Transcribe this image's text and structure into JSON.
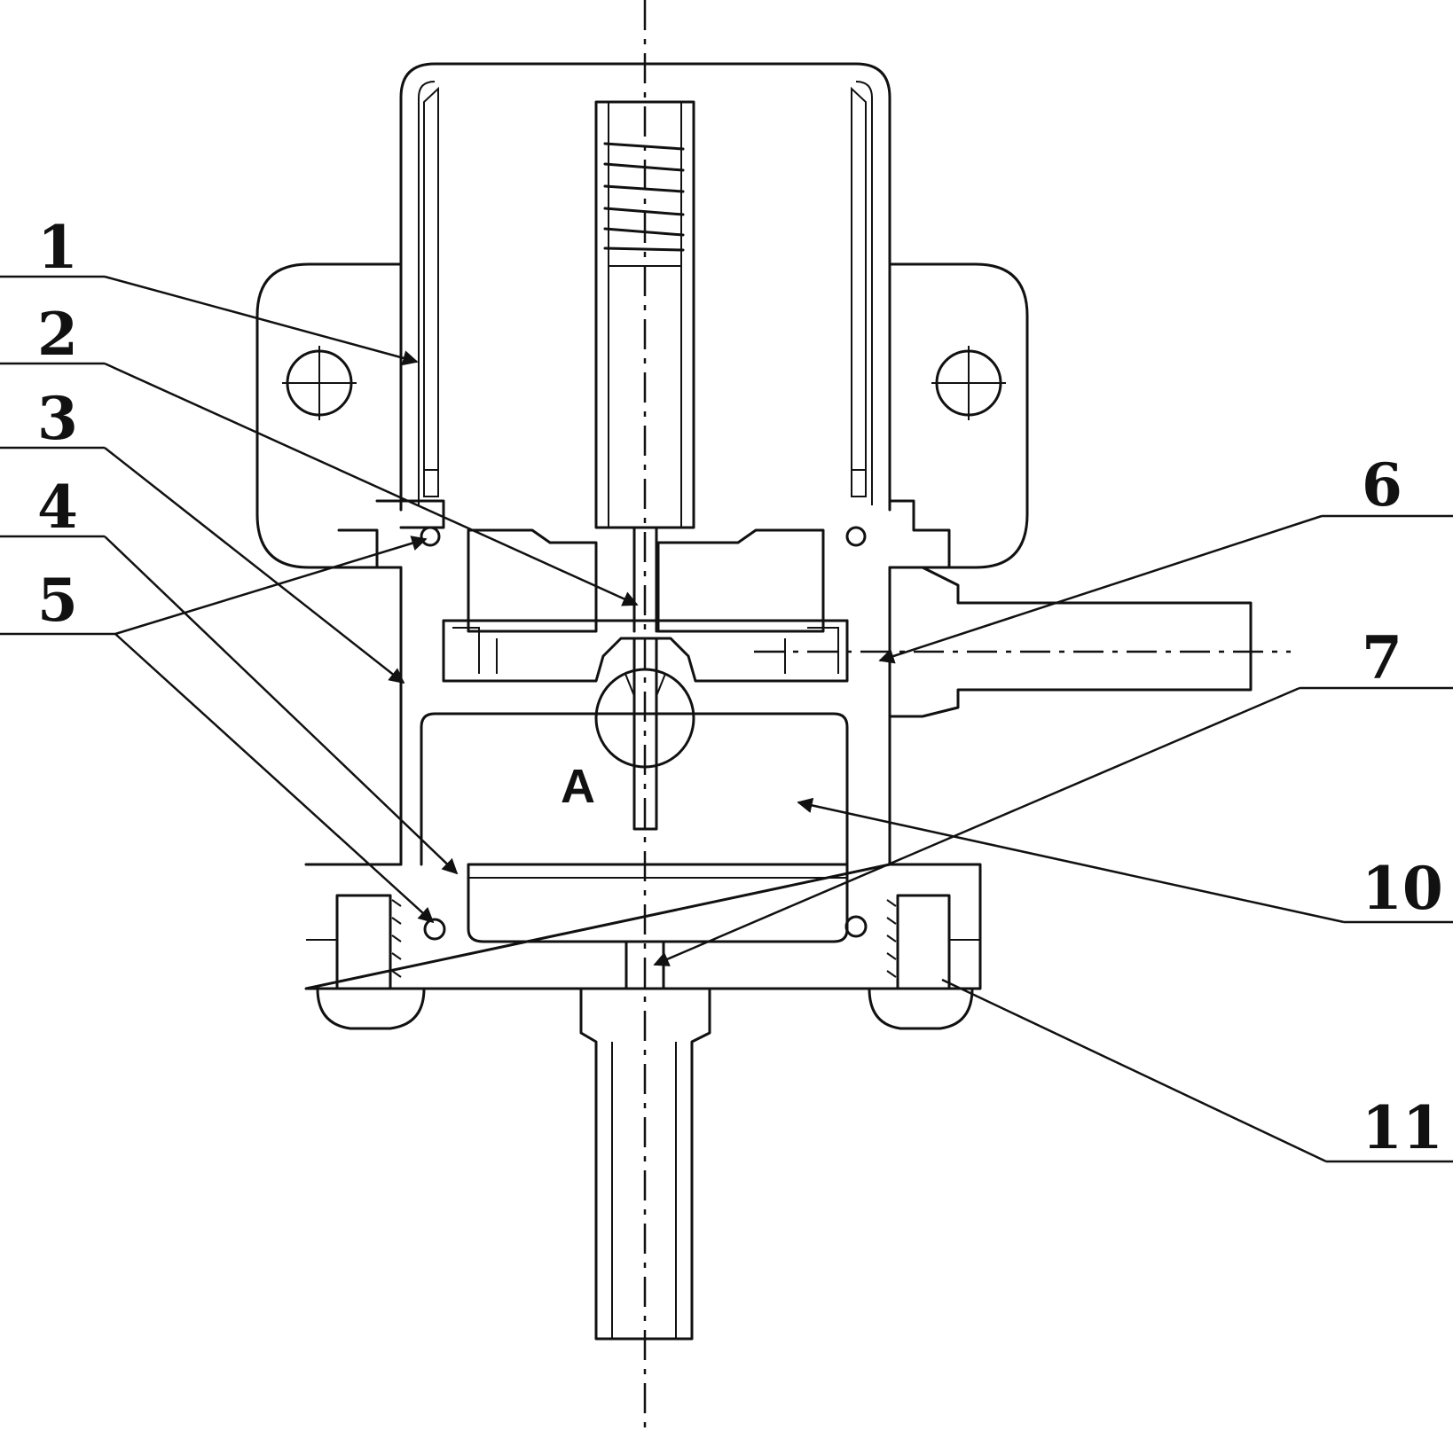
{
  "diagram": {
    "labels": [
      "1",
      "2",
      "3",
      "4",
      "5",
      "6",
      "7",
      "10",
      "11"
    ],
    "section_mark": "A"
  }
}
